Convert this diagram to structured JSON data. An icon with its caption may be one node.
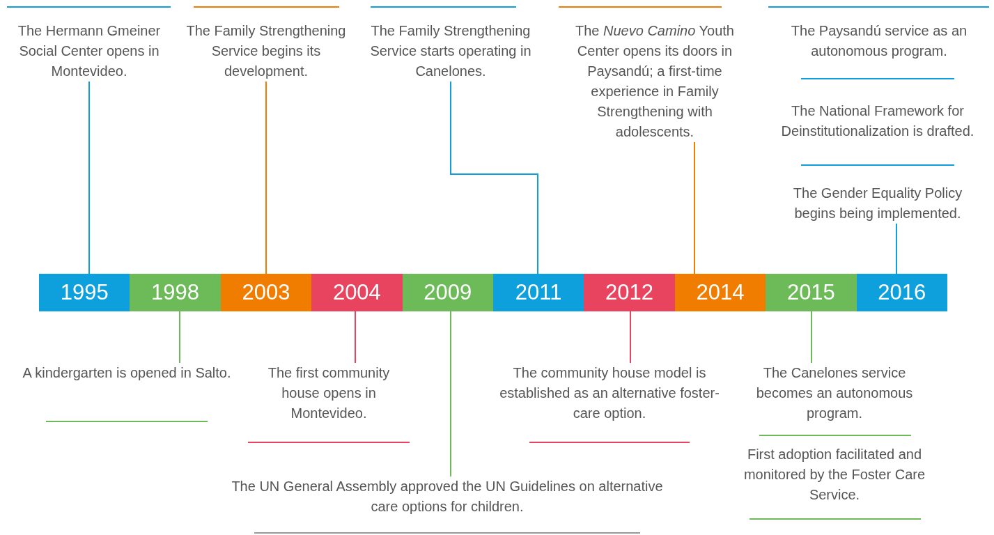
{
  "diagram": {
    "nodes": [
      {
        "text": [
          "1995"
        ]
      },
      {
        "text": [
          "1998"
        ]
      },
      {
        "text": [
          "2003"
        ]
      },
      {
        "text": [
          "2004"
        ]
      },
      {
        "text": [
          "2009"
        ]
      },
      {
        "text": [
          "2011"
        ]
      },
      {
        "text": [
          "2012"
        ]
      },
      {
        "text": [
          "2014"
        ]
      },
      {
        "text": [
          "2015"
        ]
      },
      {
        "text": [
          "2016"
        ]
      },
      {
        "text": [
          "The Hermann Gmeiner Social Center opens in Montevideo."
        ]
      },
      {
        "text": [
          "The Family Strengthening Service begins its development."
        ]
      },
      {
        "text": [
          "The Family Strengthening Service starts operating in Canelones."
        ]
      },
      {
        "text": [
          "The *Nuevo Camino* Youth Center opens its doors in Paysandú; a first-time experience in Family Strengthening with adolescents."
        ]
      },
      {
        "text": [
          "The Gender Equality Policy begins being implemented."
        ]
      },
      {
        "text": [
          "A kindergarten is opened in Salto."
        ]
      },
      {
        "text": [
          "The first community house opens in Montevideo."
        ]
      },
      {
        "text": [
          "The UN General Assembly approved the UN Guidelines on alternative care options for children."
        ]
      },
      {
        "text": [
          "The community house model is established as an alternative foster-care option."
        ]
      },
      {
        "text": [
          "The Canelones service becomes an autonomous program."
        ]
      }
    ],
    "edges": [
      {
        "from": 10,
        "to": 0,
        "arrow": "none",
        "color": "#0ea0dc"
      },
      {
        "from": 11,
        "to": 2,
        "arrow": "none",
        "color": "#f07d00"
      },
      {
        "from": 12,
        "to": 5,
        "arrow": "none",
        "color": "#0ea0dc"
      },
      {
        "from": 13,
        "to": 7,
        "arrow": "none",
        "color": "#f07d00"
      },
      {
        "from": 14,
        "to": 9,
        "arrow": "none",
        "color": "#0ea0dc"
      },
      {
        "from": 15,
        "to": 1,
        "arrow": "none",
        "color": "#6dbb58"
      },
      {
        "from": 16,
        "to": 3,
        "arrow": "none",
        "color": "#e8445f"
      },
      {
        "from": 17,
        "to": 4,
        "arrow": "none",
        "color": "#6dbb58"
      },
      {
        "from": 18,
        "to": 6,
        "arrow": "none",
        "color": "#e8445f"
      },
      {
        "from": 19,
        "to": 8,
        "arrow": "none",
        "color": "#6dbb58"
      }
    ],
    "labels": [
      "The Paysandú service as an autonomous program.",
      "The National Framework for Deinstitutionalization is drafted.",
      "First adoption facilitated and monitored by the Foster Care Service."
    ]
  }
}
